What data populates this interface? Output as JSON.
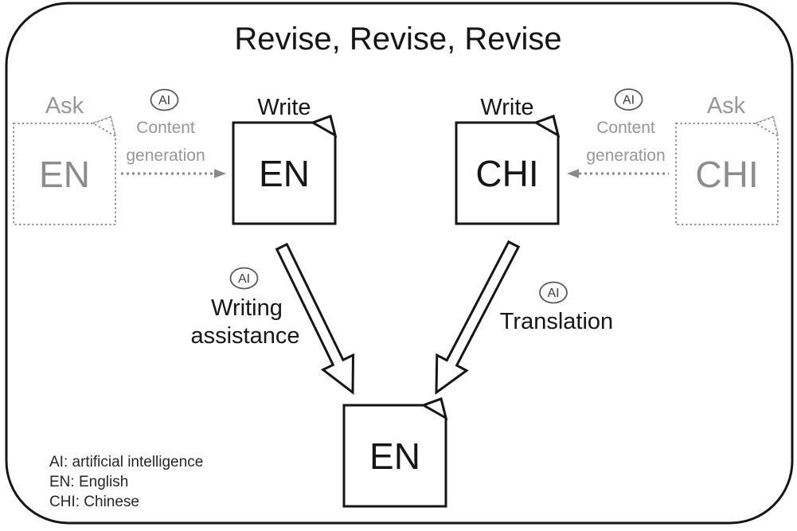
{
  "figure": {
    "title": "Revise, Revise, Revise",
    "ai_badge": "AI",
    "left_flow": {
      "ask_label": "Ask",
      "ask_doc": "EN",
      "step_line1": "Content",
      "step_line2": "generation",
      "write_label": "Write",
      "write_doc": "EN",
      "arrow_line1": "Writing",
      "arrow_line2": "assistance"
    },
    "right_flow": {
      "ask_label": "Ask",
      "ask_doc": "CHI",
      "step_line1": "Content",
      "step_line2": "generation",
      "write_label": "Write",
      "write_doc": "CHI",
      "arrow_label": "Translation"
    },
    "final_doc": "EN",
    "legend": [
      "AI: artificial intelligence",
      "EN: English",
      "CHI: Chinese"
    ],
    "colors": {
      "ink": "#161616",
      "muted_gray": "#979797",
      "box_gray": "#8f8f8f",
      "badge_gray": "#5a5a5a",
      "background": "#ffffff"
    }
  }
}
